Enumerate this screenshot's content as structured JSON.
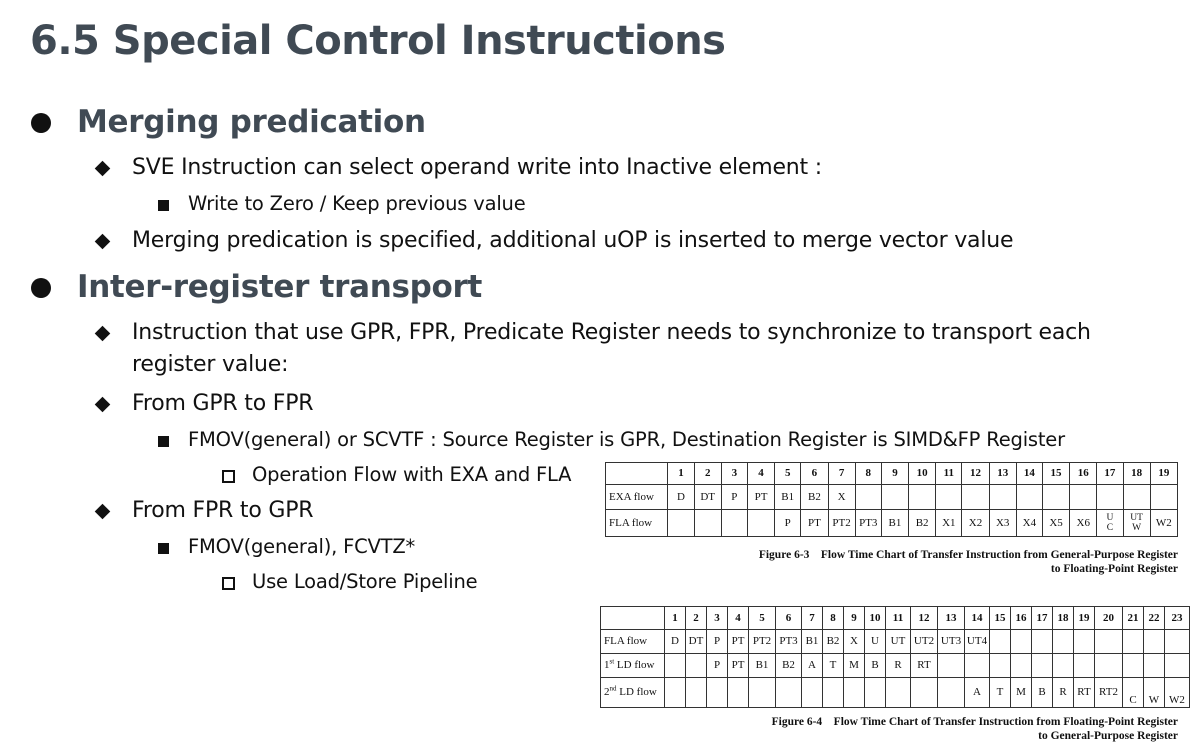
{
  "title": "6.5 Special Control Instructions",
  "bullets": {
    "merging": "Merging predication",
    "sve_select": "SVE Instruction can select operand write into Inactive element :",
    "write_zero": "Write to Zero / Keep previous value",
    "merge_spec": "Merging predication is specified, additional uOP is inserted to merge vector value",
    "inter": "Inter-register transport",
    "sync_line1": "Instruction that use GPR, FPR, Predicate Register needs to synchronize to transport each",
    "sync_line2": "register value:",
    "gpr_to_fpr": "From GPR to FPR",
    "fmov_scvtf": "FMOV(general) or SCVTF : Source Register is GPR, Destination Register is SIMD&FP Register",
    "op_flow": "Operation Flow with EXA and FLA",
    "fpr_to_gpr": "From FPR to GPR",
    "fmov_fcvtz": "FMOV(general), FCVTZ*",
    "use_ldst": "Use Load/Store Pipeline"
  },
  "table1": {
    "header": [
      "",
      "1",
      "2",
      "3",
      "4",
      "5",
      "6",
      "7",
      "8",
      "9",
      "10",
      "11",
      "12",
      "13",
      "14",
      "15",
      "16",
      "17",
      "18",
      "19"
    ],
    "rows": [
      {
        "label": "EXA flow",
        "cells": [
          "D",
          "DT",
          "P",
          "PT",
          "B1",
          "B2",
          "X",
          "",
          "",
          "",
          "",
          "",
          "",
          "",
          "",
          "",
          "",
          "",
          ""
        ]
      },
      {
        "label": "FLA flow",
        "cells": [
          "",
          "",
          "",
          "",
          "P",
          "PT",
          "PT2",
          "PT3",
          "B1",
          "B2",
          "X1",
          "X2",
          "X3",
          "X4",
          "X5",
          "X6",
          "U C",
          "UT W",
          "W2"
        ]
      }
    ],
    "caption_line1": "Figure 6-3    Flow Time Chart of Transfer Instruction from General-Purpose Register",
    "caption_line2": "to Floating-Point Register"
  },
  "table2": {
    "header": [
      "",
      "1",
      "2",
      "3",
      "4",
      "5",
      "6",
      "7",
      "8",
      "9",
      "10",
      "11",
      "12",
      "13",
      "14",
      "15",
      "16",
      "17",
      "18",
      "19",
      "20",
      "21",
      "22",
      "23"
    ],
    "rows": [
      {
        "label_main": "FLA flow",
        "label_sup": "",
        "label_rest": "",
        "cells": [
          "D",
          "DT",
          "P",
          "PT",
          "PT2",
          "PT3",
          "B1",
          "B2",
          "X",
          "U",
          "UT",
          "UT2",
          "UT3",
          "UT4",
          "",
          "",
          "",
          "",
          "",
          "",
          "",
          "",
          ""
        ]
      },
      {
        "label_main": "1",
        "label_sup": "st",
        "label_rest": " LD flow",
        "cells": [
          "",
          "",
          "P",
          "PT",
          "B1",
          "B2",
          "A",
          "T",
          "M",
          "B",
          "R",
          "RT",
          "",
          "",
          "",
          "",
          "",
          "",
          "",
          "",
          "",
          "",
          ""
        ]
      },
      {
        "label_main": "2",
        "label_sup": "nd",
        "label_rest": " LD flow",
        "cells": [
          "",
          "",
          "",
          "",
          "",
          "",
          "",
          "",
          "",
          "",
          "",
          "",
          "",
          "A",
          "T",
          "M",
          "B",
          "R",
          "RT",
          "RT2",
          "C",
          "W",
          "W2"
        ]
      }
    ],
    "caption_line1": "Figure 6-4    Flow Time Chart of Transfer Instruction from Floating-Point Register",
    "caption_line2": "to General-Purpose Register"
  }
}
